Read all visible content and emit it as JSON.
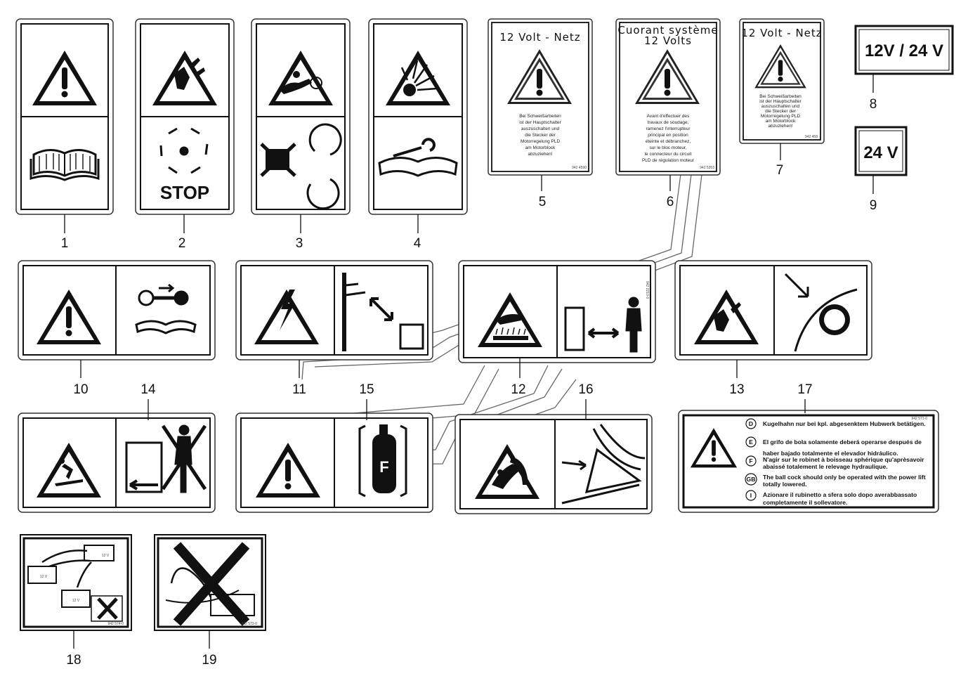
{
  "callouts": [
    "1",
    "2",
    "3",
    "4",
    "5",
    "6",
    "7",
    "8",
    "9",
    "10",
    "11",
    "12",
    "13",
    "14",
    "15",
    "16",
    "17",
    "18",
    "19"
  ],
  "labels": {
    "stop": "STOP",
    "fuel_f": "F",
    "v12_24": "12V / 24 V",
    "v24": "24 V",
    "battery_12v": "12 V"
  },
  "sticker5": {
    "title": "12 Volt - Netz",
    "lines": [
      "Bei Schweißarbeiten",
      "ist der Hauptschalter",
      "auszuschalten und",
      "die Stecker der",
      "Motorregelung PLD",
      "am Motorblock",
      "abzuziehen!"
    ],
    "code": "942 4590"
  },
  "sticker6": {
    "title1": "Cuorant système",
    "title2": "12 Volts",
    "lines": [
      "Avant d'effectuer des",
      "travaux de soudage,",
      "ramenez l'interrupteur",
      "principal en position",
      "éteinte et débranchez,",
      "sur le bloc moteur,",
      "le connecteur du circuit",
      "PLD de régulation moteur"
    ],
    "code": "942 5353"
  },
  "sticker7": {
    "title": "12 Volt - Netz",
    "lines": [
      "Bei Schweißarbeiten",
      "ist der Hauptschalter",
      "auszuschalten und",
      "die Stecker der",
      "Motorregelung PLD",
      "am Motorblock",
      "abzuziehen!"
    ],
    "code": "942 458"
  },
  "sticker17": {
    "code": "942 571-0",
    "entries": [
      {
        "badge": "D",
        "lines": [
          "Kugelhahn nur bei kpl. abgesenktem Hubwerk betätigen."
        ]
      },
      {
        "badge": "E",
        "lines": [
          "El grifo de bola solamente deberá operarse después de",
          "haber bajado totalmente el elevador hidráulico."
        ]
      },
      {
        "badge": "F",
        "lines": [
          "N'agir sur le robinet à boisseau sphérique qu'aprèsavoir",
          "abaissé totalement le relevage hydraulique."
        ]
      },
      {
        "badge": "GB",
        "lines": [
          "The ball cock should only be operated with the power lift",
          "totally lowered."
        ]
      },
      {
        "badge": "I",
        "lines": [
          "Azionare il rubinetto a sfera solo dopo averabbassato",
          "completamente il sollevatore."
        ]
      }
    ]
  },
  "codes": {
    "s12": "942 2210-0",
    "s18": "942 574-0",
    "s19": "942 573-0"
  }
}
